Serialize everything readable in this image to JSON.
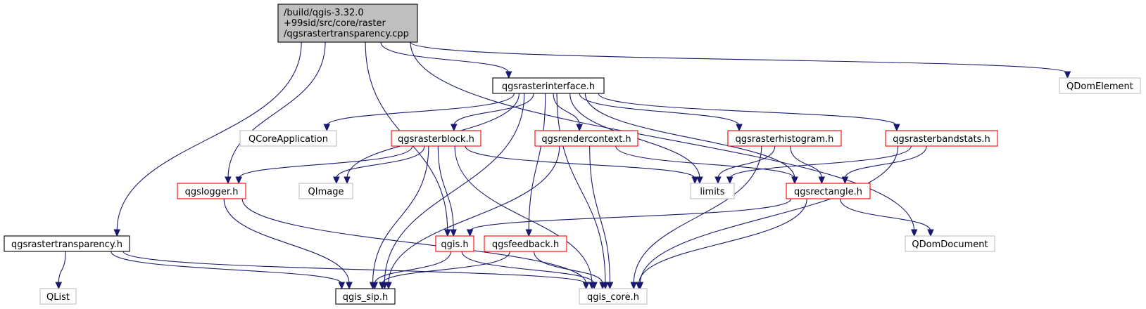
{
  "colors": {
    "edge": "#191970",
    "border_normal": "#000000",
    "border_missing": "#bfbfbf",
    "border_truncated": "#ff0000",
    "fill_root": "#bfbfbf",
    "fill_default": "#ffffff"
  },
  "nodes": {
    "root": {
      "lines": [
        "/build/qgis-3.32.0",
        "+99sid/src/core/raster",
        "/qgsrastertransparency.cpp"
      ],
      "style": "root"
    },
    "rasterinterface": {
      "lines": [
        "qgsrasterinterface.h"
      ],
      "style": "normal"
    },
    "qdomelement": {
      "lines": [
        "QDomElement"
      ],
      "style": "missing"
    },
    "qcoreapplication": {
      "lines": [
        "QCoreApplication"
      ],
      "style": "missing"
    },
    "rasterblock": {
      "lines": [
        "qgsrasterblock.h"
      ],
      "style": "truncated"
    },
    "rendercontext": {
      "lines": [
        "qgsrendercontext.h"
      ],
      "style": "truncated"
    },
    "rasterhistogram": {
      "lines": [
        "qgsrasterhistogram.h"
      ],
      "style": "truncated"
    },
    "rasterbandstats": {
      "lines": [
        "qgsrasterbandstats.h"
      ],
      "style": "truncated"
    },
    "logger": {
      "lines": [
        "qgslogger.h"
      ],
      "style": "truncated"
    },
    "qimage": {
      "lines": [
        "QImage"
      ],
      "style": "missing"
    },
    "limits": {
      "lines": [
        "limits"
      ],
      "style": "missing"
    },
    "rectangle": {
      "lines": [
        "qgsrectangle.h"
      ],
      "style": "truncated"
    },
    "rastertransparency": {
      "lines": [
        "qgsrastertransparency.h"
      ],
      "style": "normal"
    },
    "qgis": {
      "lines": [
        "qgis.h"
      ],
      "style": "truncated"
    },
    "feedback": {
      "lines": [
        "qgsfeedback.h"
      ],
      "style": "truncated"
    },
    "qdomdocument": {
      "lines": [
        "QDomDocument"
      ],
      "style": "missing"
    },
    "qlist": {
      "lines": [
        "QList"
      ],
      "style": "missing"
    },
    "qgis_sip": {
      "lines": [
        "qgis_sip.h"
      ],
      "style": "normal"
    },
    "qgis_core": {
      "lines": [
        "qgis_core.h"
      ],
      "style": "missing"
    }
  },
  "edges": [
    [
      "root",
      "rasterinterface"
    ],
    [
      "root",
      "qdomelement"
    ],
    [
      "root",
      "qdomdocument"
    ],
    [
      "root",
      "logger"
    ],
    [
      "root",
      "qgis"
    ],
    [
      "root",
      "rastertransparency"
    ],
    [
      "rasterinterface",
      "qcoreapplication"
    ],
    [
      "rasterinterface",
      "rasterblock"
    ],
    [
      "rasterinterface",
      "rendercontext"
    ],
    [
      "rasterinterface",
      "rasterhistogram"
    ],
    [
      "rasterinterface",
      "rasterbandstats"
    ],
    [
      "rasterinterface",
      "qimage"
    ],
    [
      "rasterinterface",
      "limits"
    ],
    [
      "rasterinterface",
      "rectangle"
    ],
    [
      "rasterinterface",
      "feedback"
    ],
    [
      "rasterinterface",
      "qgis_sip"
    ],
    [
      "rasterinterface",
      "qgis_core"
    ],
    [
      "rasterblock",
      "logger"
    ],
    [
      "rasterblock",
      "qimage"
    ],
    [
      "rasterblock",
      "limits"
    ],
    [
      "rasterblock",
      "qgis"
    ],
    [
      "rasterblock",
      "qgis_sip"
    ],
    [
      "rasterblock",
      "qgis_core"
    ],
    [
      "rendercontext",
      "rectangle"
    ],
    [
      "rendercontext",
      "qgis_sip"
    ],
    [
      "rendercontext",
      "qgis_core"
    ],
    [
      "rasterhistogram",
      "limits"
    ],
    [
      "rasterhistogram",
      "rectangle"
    ],
    [
      "rasterhistogram",
      "qgis_core"
    ],
    [
      "rasterbandstats",
      "limits"
    ],
    [
      "rasterbandstats",
      "rectangle"
    ],
    [
      "rasterbandstats",
      "qgis_core"
    ],
    [
      "logger",
      "qgis_sip"
    ],
    [
      "logger",
      "qgis_core"
    ],
    [
      "rectangle",
      "qgis"
    ],
    [
      "rectangle",
      "qdomdocument"
    ],
    [
      "rectangle",
      "qgis_core"
    ],
    [
      "rastertransparency",
      "qlist"
    ],
    [
      "rastertransparency",
      "qgis_sip"
    ],
    [
      "rastertransparency",
      "qgis_core"
    ],
    [
      "qgis",
      "qgis_sip"
    ],
    [
      "qgis",
      "qgis_core"
    ],
    [
      "feedback",
      "qgis_sip"
    ],
    [
      "feedback",
      "qgis_core"
    ]
  ]
}
